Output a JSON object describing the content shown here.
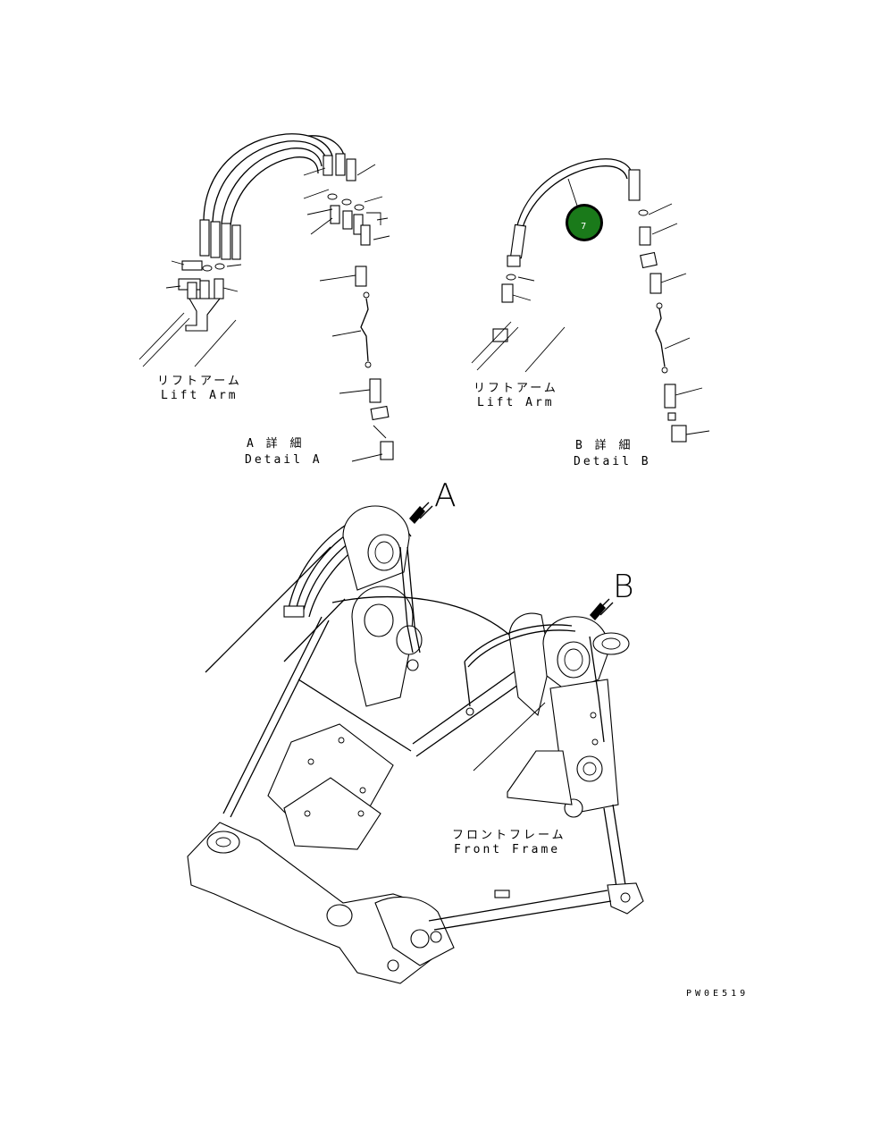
{
  "labels": {
    "detail_a_lift_arm_jp": "リフトアーム",
    "detail_a_lift_arm_en": "Lift Arm",
    "detail_a_title_jp": "A 詳 細",
    "detail_a_title_en": "Detail A",
    "detail_b_lift_arm_jp": "リフトアーム",
    "detail_b_lift_arm_en": "Lift Arm",
    "detail_b_title_jp": "B 詳 細",
    "detail_b_title_en": "Detail B",
    "view_a": "A",
    "view_b": "B",
    "front_frame_jp": "フロントフレーム",
    "front_frame_en": "Front Frame",
    "drawing_code": "PW0E519"
  },
  "callout": {
    "number": "7",
    "color": "#1a7a1a"
  }
}
